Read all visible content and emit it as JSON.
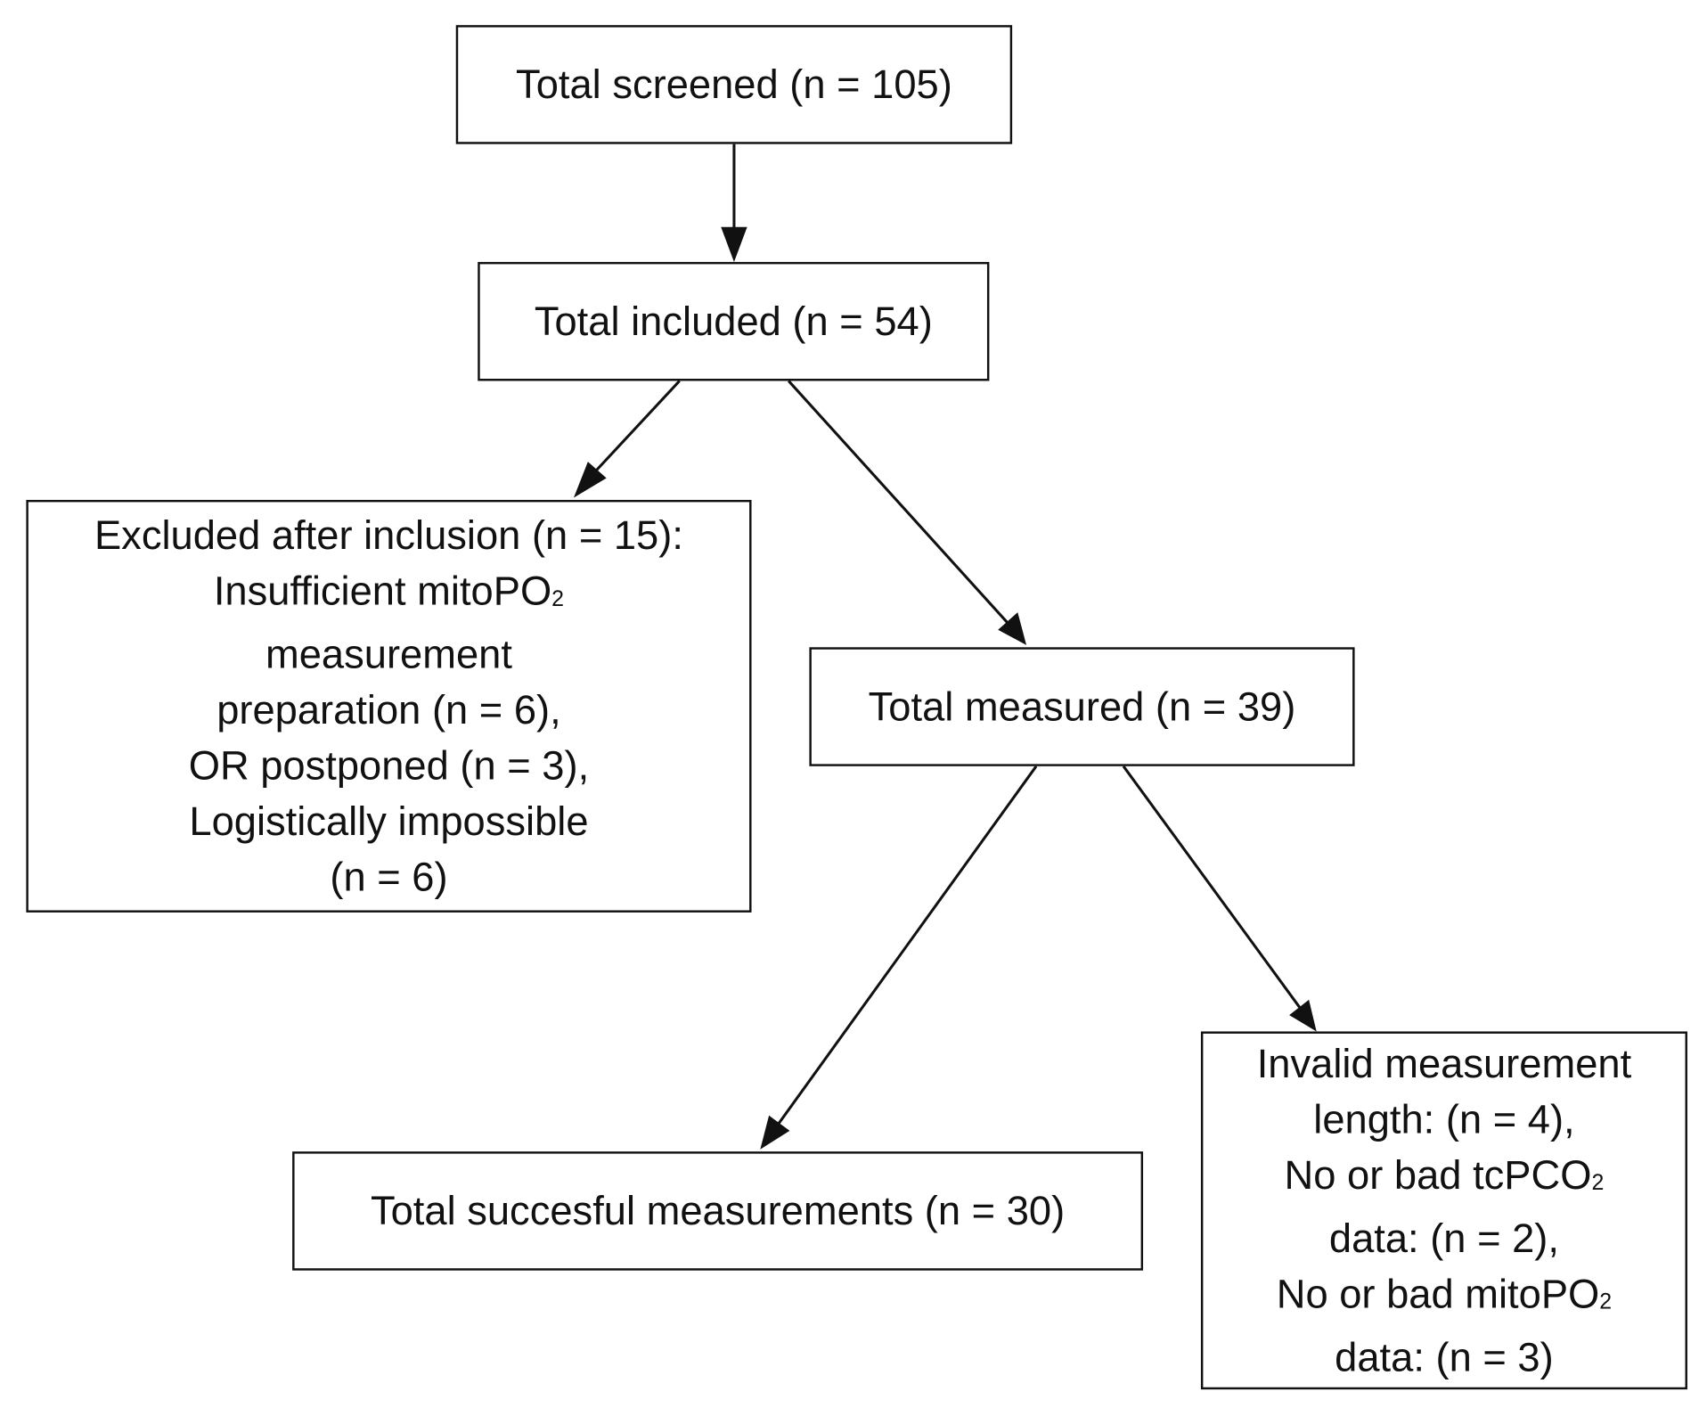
{
  "boxes": {
    "screened": {
      "text": "Total screened (n = 105)"
    },
    "included": {
      "text": "Total included (n = 54)"
    },
    "excluded": {
      "lines": [
        [
          "Excluded after inclusion (n = 15):"
        ],
        [
          "Insufficient mitoPO",
          "2"
        ],
        [
          "measurement"
        ],
        [
          "preparation (n = 6),"
        ],
        [
          "OR postponed (n = 3),"
        ],
        [
          "Logistically impossible"
        ],
        [
          "(n = 6)"
        ]
      ]
    },
    "measured": {
      "text": "Total measured (n = 39)"
    },
    "successful": {
      "text": "Total succesful measurements (n = 30)"
    },
    "invalid": {
      "lines": [
        [
          "Invalid measurement"
        ],
        [
          "length: (n = 4),"
        ],
        [
          "No or bad tcPCO",
          "2"
        ],
        [
          "data: (n = 2),"
        ],
        [
          "No or bad mitoPO",
          "2"
        ],
        [
          "data: (n = 3)"
        ]
      ]
    }
  }
}
